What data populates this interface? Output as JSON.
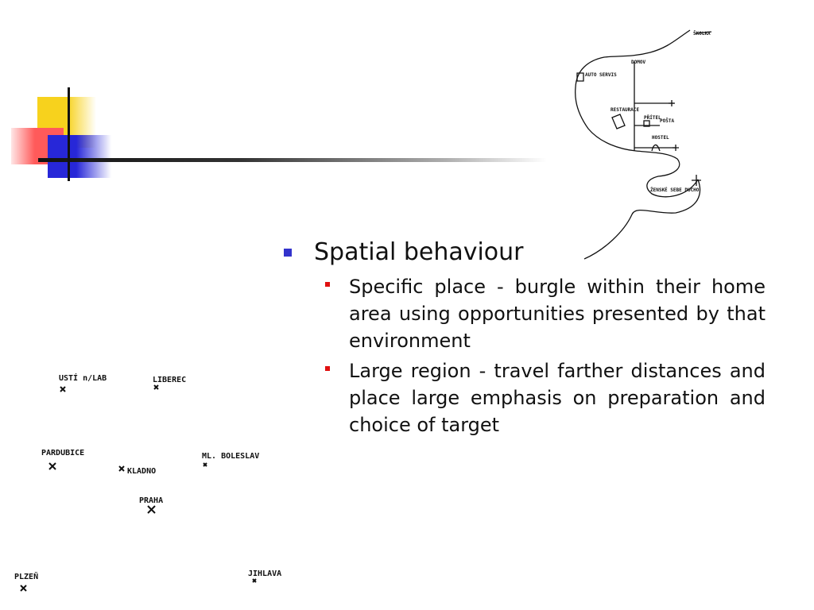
{
  "slide": {
    "bullet": "Spatial behaviour",
    "subbullets": [
      "Specific place - burgle within their home area using opportunities presented by that environment",
      "Large region - travel farther distances and place large emphasis on preparation and choice of target"
    ]
  },
  "map_sketch": {
    "labels": [
      "ŠKOLKA",
      "AUTO SERVIS",
      "DOMOV",
      "RESTAURACE",
      "PŘÍTEL",
      "POŠTA",
      "HOSTEL",
      "ŽENSKÉ SEBE DUCHO"
    ]
  },
  "region_sketch": {
    "labels": [
      "USTÍ n/LAB",
      "LIBEREC",
      "PARDUBICE",
      "KLADNO",
      "ML. BOLESLAV",
      "PRAHA",
      "PLZEŇ",
      "JIHLAVA"
    ]
  },
  "colors": {
    "accent_blue": "#3333cc",
    "accent_red": "#e01010",
    "accent_yellow": "#f7d21d"
  }
}
